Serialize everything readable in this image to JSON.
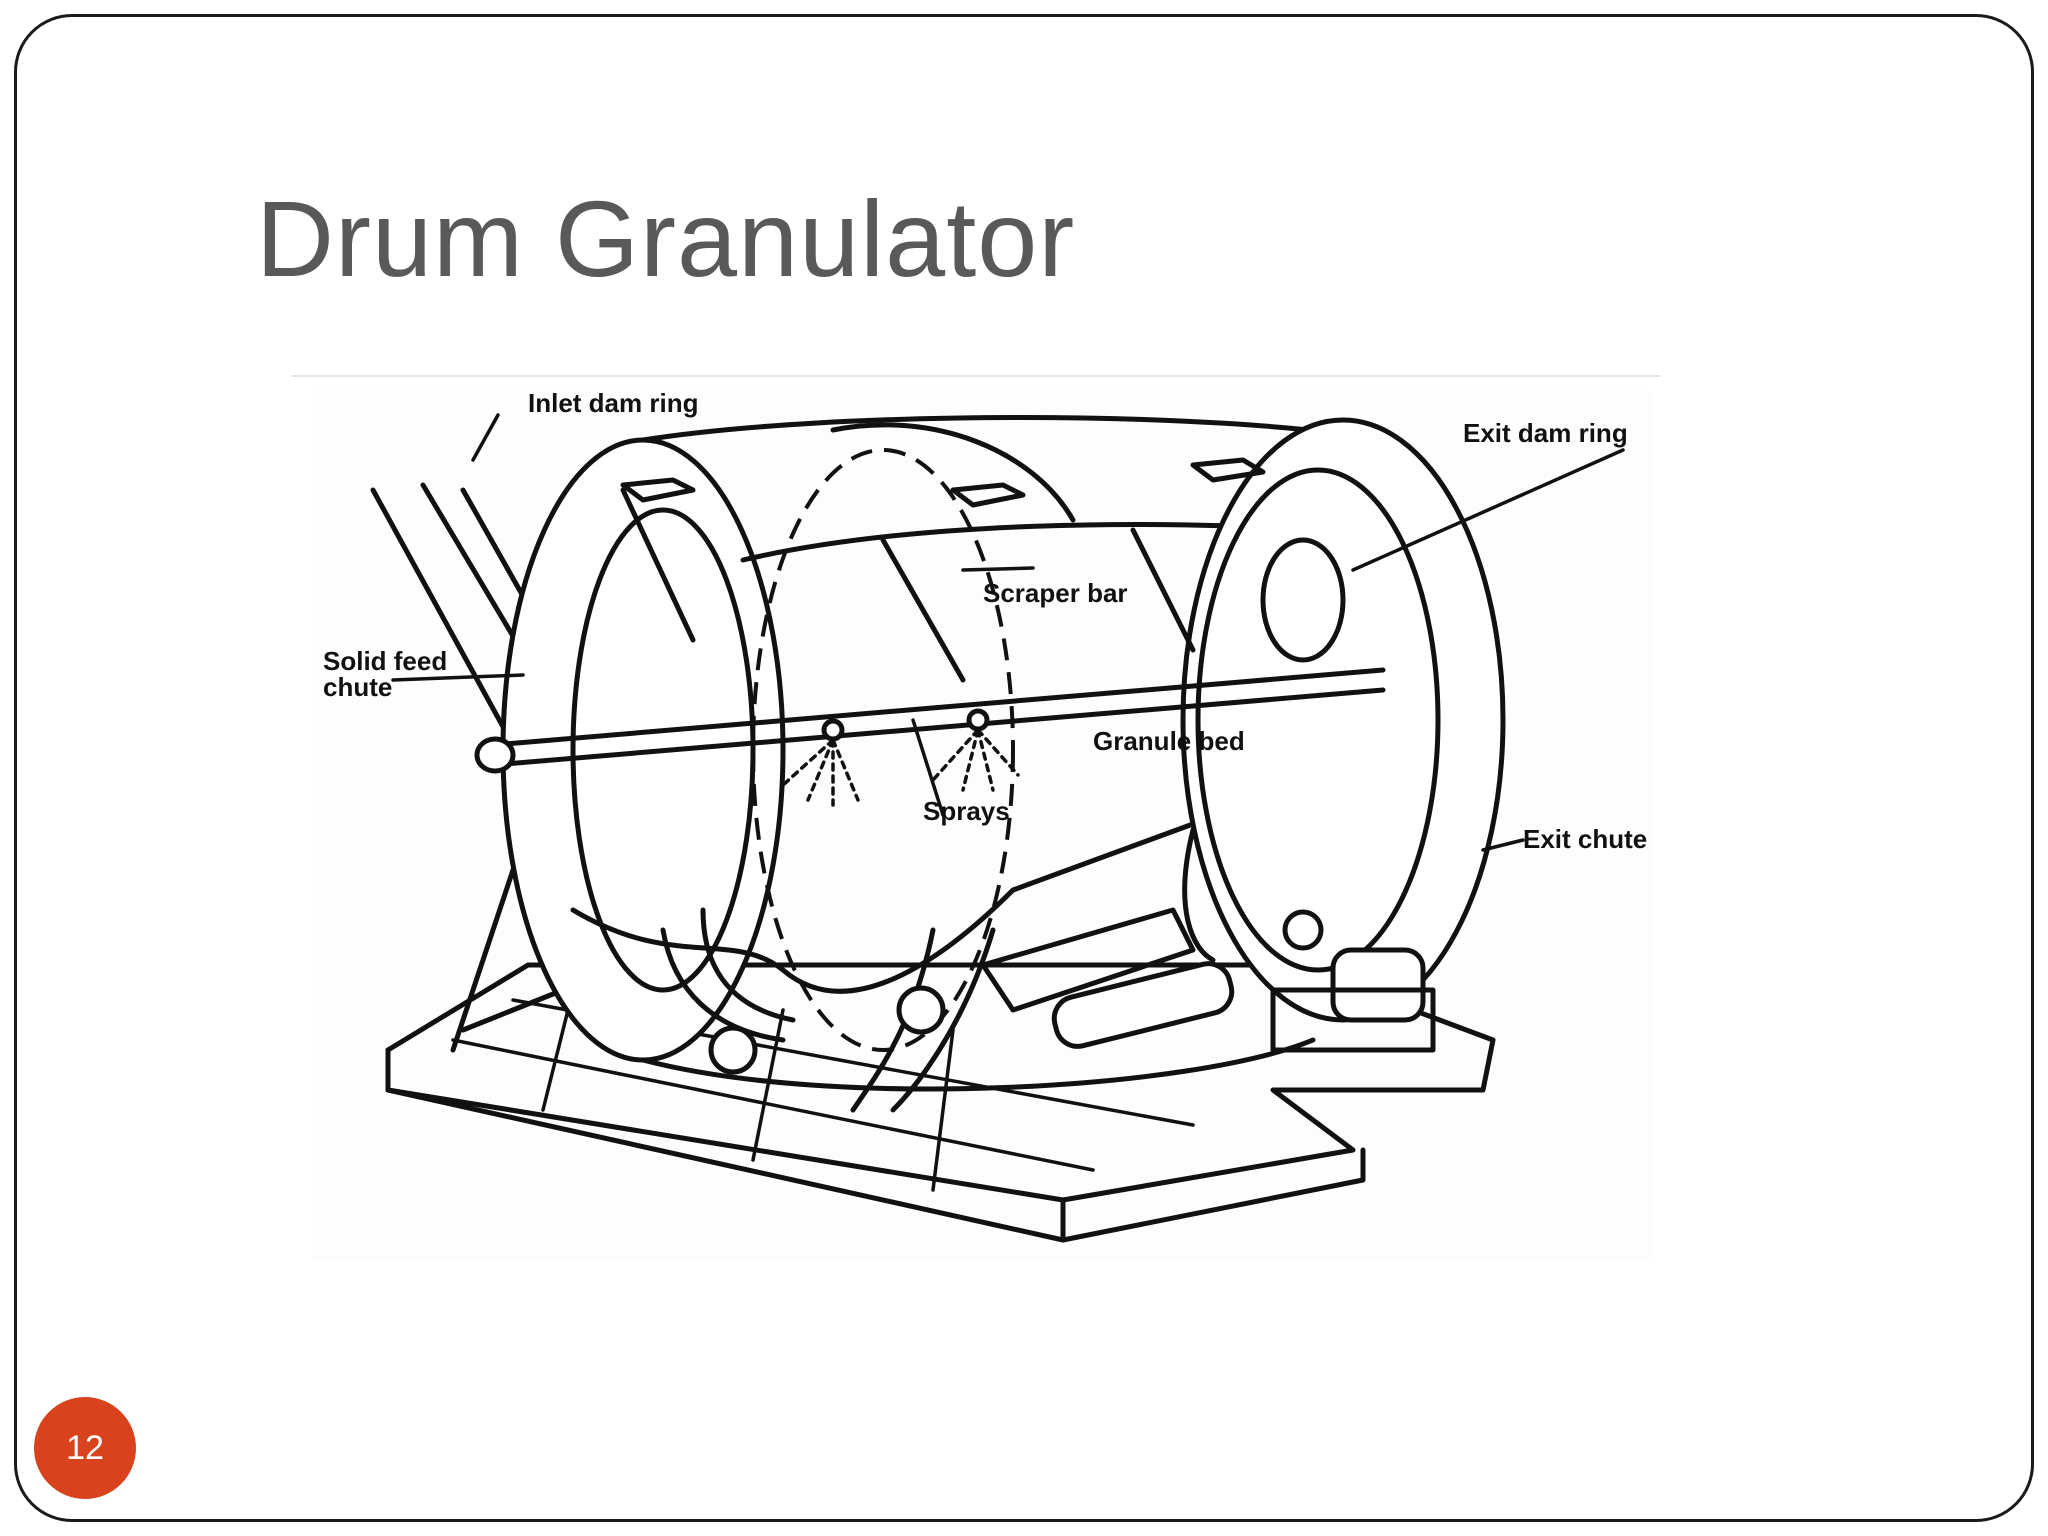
{
  "slide": {
    "title": "Drum Granulator",
    "page_number": "12"
  },
  "diagram": {
    "labels": {
      "inlet_dam_ring": "Inlet dam ring",
      "exit_dam_ring": "Exit dam ring",
      "scraper_bar": "Scraper bar",
      "solid_feed_line1": "Solid feed",
      "solid_feed_line2": "chute",
      "granule_bed": "Granule bed",
      "sprays": "Sprays",
      "exit_chute": "Exit chute"
    }
  },
  "colors": {
    "title": "#595959",
    "badge": "#d8431d",
    "frame": "#1a1a1a"
  }
}
